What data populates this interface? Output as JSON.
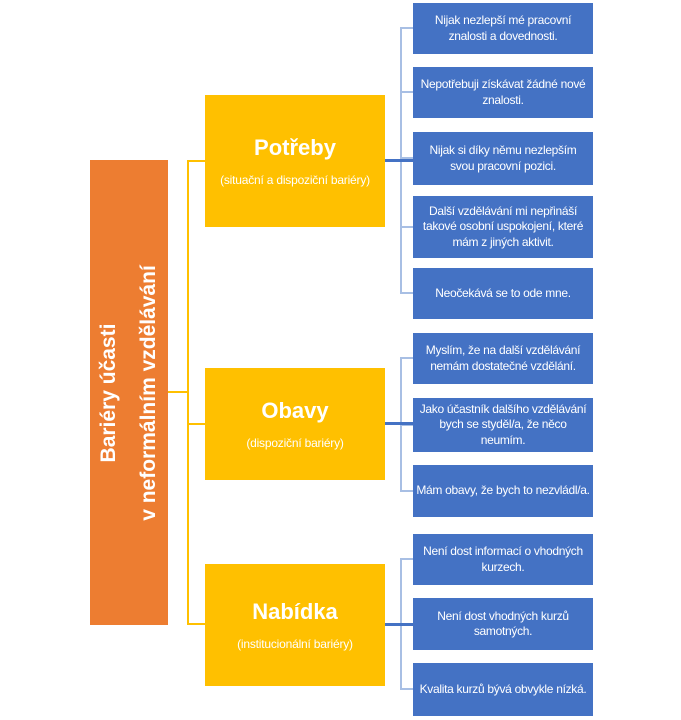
{
  "colors": {
    "root_orange": "#ED7D31",
    "category_gold": "#FFC000",
    "leaf_blue": "#4472C4",
    "connector_light_blue": "#A8BFE4",
    "connector_gold": "#FFC000",
    "text": "#FFFFFF"
  },
  "root": {
    "line1": "Bariéry účasti",
    "line2": "v neformálním vzdělávání"
  },
  "groups": [
    {
      "label": "Potřeby",
      "sublabel": "(situační a dispoziční bariéry)",
      "items": [
        "Nijak nezlepší mé pracovní znalosti a dovednosti.",
        "Nepotřebuji získávat žádné nové znalosti.",
        "Nijak si díky němu nezlepším svou pracovní pozici.",
        "Další vzdělávání mi nepřináší takové osobní uspokojení, které mám z jiných aktivit.",
        "Neočekává se to ode mne."
      ]
    },
    {
      "label": "Obavy",
      "sublabel": "(dispoziční bariéry)",
      "items": [
        "Myslím, že na další vzdělávání nemám dostatečné vzdělání.",
        "Jako účastník dalšího vzdělávání bych se styděl/a, že něco neumím.",
        "Mám obavy, že bych to nezvládl/a."
      ]
    },
    {
      "label": "Nabídka",
      "sublabel": "(institucionální bariéry)",
      "items": [
        "Není dost informací o vhodných kurzech.",
        "Není dost vhodných kurzů samotných.",
        "Kvalita kurzů bývá obvykle nízká."
      ]
    }
  ]
}
